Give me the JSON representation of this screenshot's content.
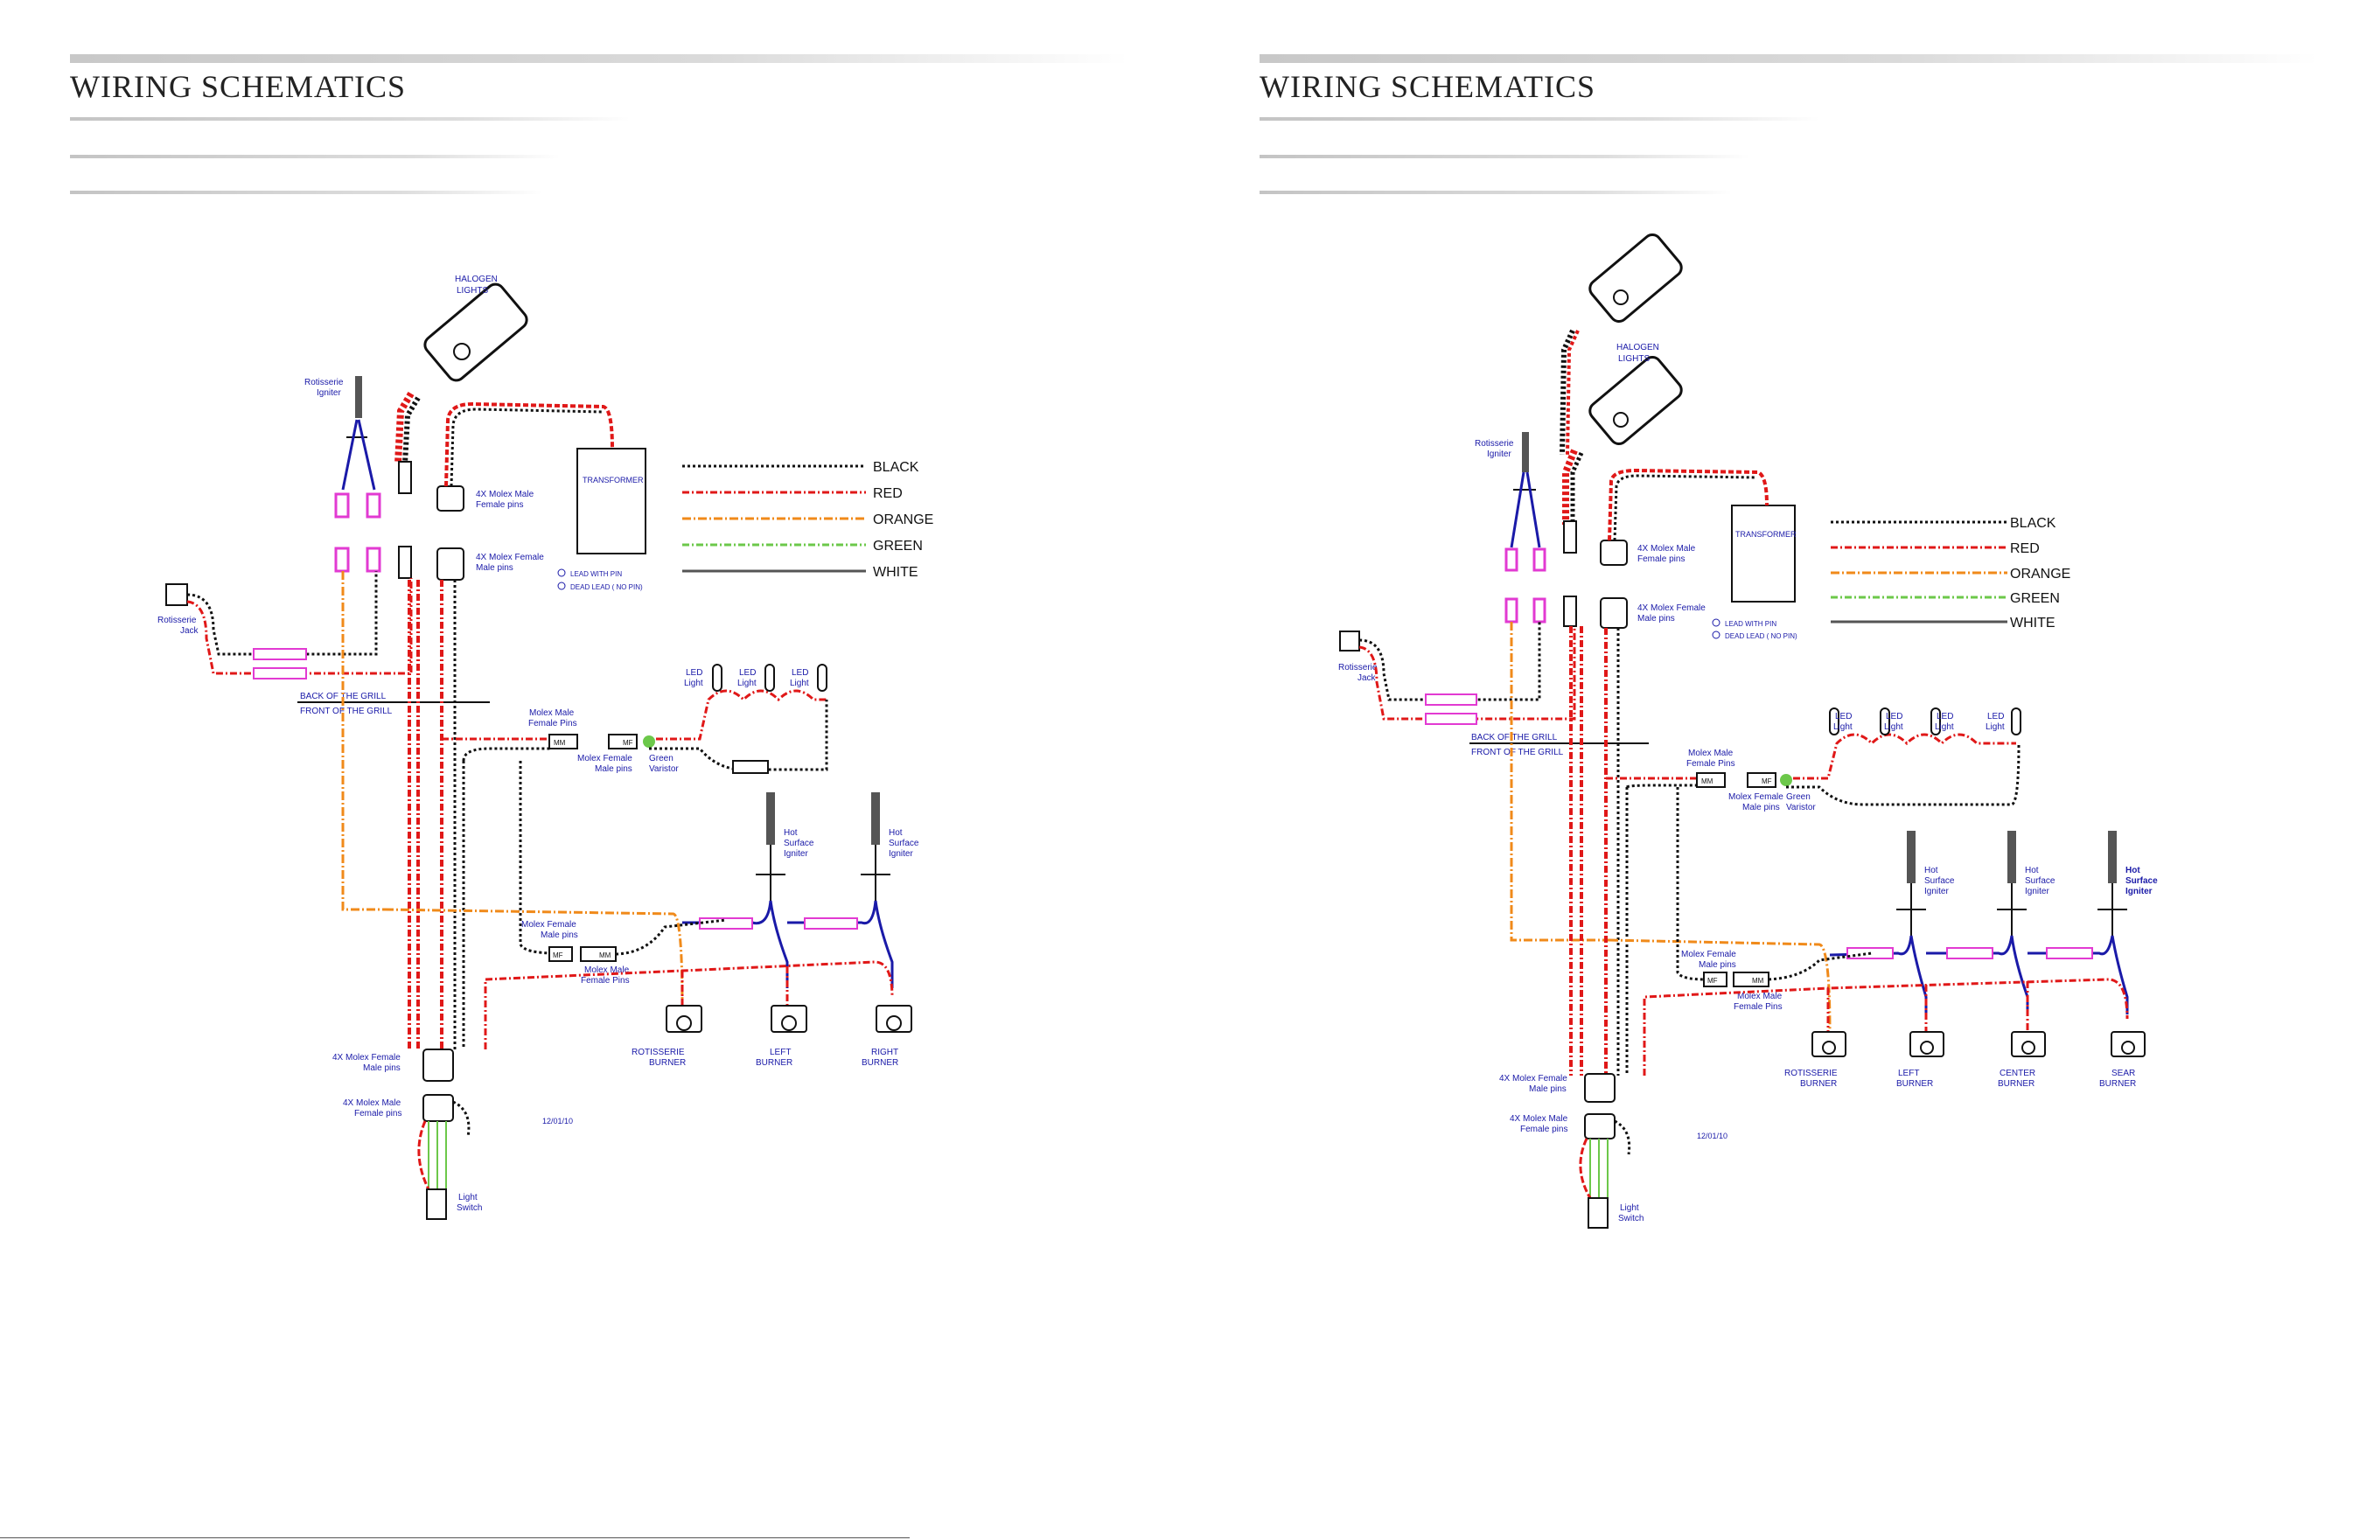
{
  "left": {
    "title": "WIRING SCHEMATICS",
    "labels": {
      "halogen": [
        "HALOGEN",
        "LIGHTS"
      ],
      "rotisserie_igniter": [
        "Rotisserie",
        "Igniter"
      ],
      "molex_male_top": [
        "4X Molex Male",
        "Female pins"
      ],
      "molex_female_top": [
        "4X Molex Female",
        "Male pins"
      ],
      "transformer": "TRANSFORMER",
      "lead_with_pin": "LEAD WITH PIN",
      "dead_lead": "DEAD LEAD  ( NO PIN)",
      "rotisserie_jack": [
        "Rotisserie",
        "Jack"
      ],
      "back_of_grill": "BACK OF THE GRILL",
      "front_of_grill": "FRONT OF THE GRILL",
      "molex_male_pins_mid": [
        "Molex Male",
        "Female Pins"
      ],
      "molex_female_mid": [
        "Molex Female",
        "Male pins"
      ],
      "green_varistor": [
        "Green",
        "Varistor"
      ],
      "led": [
        "LED",
        "Light"
      ],
      "hot_surface": [
        "Hot",
        "Surface",
        "Igniter"
      ],
      "molex_female_low": [
        "Molex Female",
        "Male pins"
      ],
      "molex_male_low": [
        "Molex Male",
        "Female Pins"
      ],
      "rotisserie_burner": [
        "ROTISSERIE",
        "BURNER"
      ],
      "left_burner": [
        "LEFT",
        "BURNER"
      ],
      "right_burner": [
        "RIGHT",
        "BURNER"
      ],
      "molex_female_bottom": [
        "4X Molex Female",
        "Male pins"
      ],
      "molex_male_bottom": [
        "4X Molex Male",
        "Female pins"
      ],
      "date": "12/01/10",
      "light_switch": [
        "Light",
        "Switch"
      ],
      "mm": "MM",
      "mf": "MF"
    },
    "legend": [
      "BLACK",
      "RED",
      "ORANGE",
      "GREEN",
      "WHITE"
    ]
  },
  "right": {
    "title": "WIRING SCHEMATICS",
    "labels": {
      "halogen": [
        "HALOGEN",
        "LIGHTS"
      ],
      "rotisserie_igniter": [
        "Rotisserie",
        "Igniter"
      ],
      "molex_male_top": [
        "4X Molex Male",
        "Female pins"
      ],
      "molex_female_top": [
        "4X Molex Female",
        "Male pins"
      ],
      "transformer": "TRANSFORMER",
      "lead_with_pin": "LEAD WITH PIN",
      "dead_lead": "DEAD LEAD  ( NO PIN)",
      "rotisserie_jack": [
        "Rotisserie",
        "Jack"
      ],
      "back_of_grill": "BACK OF THE GRILL",
      "front_of_grill": "FRONT OF THE GRILL",
      "molex_male_pins_mid": [
        "Molex Male",
        "Female Pins"
      ],
      "molex_female_mid": [
        "Molex Female",
        "Male pins"
      ],
      "green_varistor": [
        "Green",
        "Varistor"
      ],
      "led": [
        "LED",
        "Light"
      ],
      "hot_surface": [
        "Hot",
        "Surface",
        "Igniter"
      ],
      "molex_female_low": [
        "Molex Female",
        "Male pins"
      ],
      "molex_male_low": [
        "Molex Male",
        "Female Pins"
      ],
      "rotisserie_burner": [
        "ROTISSERIE",
        "BURNER"
      ],
      "left_burner": [
        "LEFT",
        "BURNER"
      ],
      "center_burner": [
        "CENTER",
        "BURNER"
      ],
      "sear_burner": [
        "SEAR",
        "BURNER"
      ],
      "molex_female_bottom": [
        "4X Molex Female",
        "Male pins"
      ],
      "molex_male_bottom": [
        "4X Molex Male",
        "Female pins"
      ],
      "date": "12/01/10",
      "light_switch": [
        "Light",
        "Switch"
      ],
      "mm": "MM",
      "mf": "MF"
    },
    "legend": [
      "BLACK",
      "RED",
      "ORANGE",
      "GREEN",
      "WHITE"
    ]
  },
  "colors": {
    "black": "#111111",
    "red": "#e01818",
    "orange": "#f08a1a",
    "green": "#6cc84a",
    "white": "#555555",
    "blue": "#1a1aa8",
    "magenta": "#e23ad2"
  }
}
